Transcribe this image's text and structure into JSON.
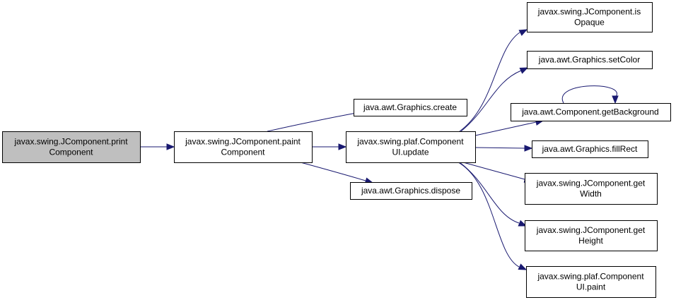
{
  "colors": {
    "node_fill": "#ffffff",
    "root_fill": "#bfbfbf",
    "edge": "#191970"
  },
  "nodes": {
    "print": {
      "lines": [
        "javax.swing.JComponent.print",
        "Component"
      ],
      "root": true
    },
    "paint": {
      "lines": [
        "javax.swing.JComponent.paint",
        "Component"
      ]
    },
    "create": {
      "lines": [
        "java.awt.Graphics.create"
      ]
    },
    "update": {
      "lines": [
        "javax.swing.plaf.Component",
        "UI.update"
      ]
    },
    "dispose": {
      "lines": [
        "java.awt.Graphics.dispose"
      ]
    },
    "isOpaque": {
      "lines": [
        "javax.swing.JComponent.is",
        "Opaque"
      ]
    },
    "setColor": {
      "lines": [
        "java.awt.Graphics.setColor"
      ]
    },
    "getBackground": {
      "lines": [
        "java.awt.Component.getBackground"
      ]
    },
    "fillRect": {
      "lines": [
        "java.awt.Graphics.fillRect"
      ]
    },
    "getWidth": {
      "lines": [
        "javax.swing.JComponent.get",
        "Width"
      ]
    },
    "getHeight": {
      "lines": [
        "javax.swing.JComponent.get",
        "Height"
      ]
    },
    "uiPaint": {
      "lines": [
        "javax.swing.plaf.Component",
        "UI.paint"
      ]
    }
  },
  "edges": [
    {
      "from": "print",
      "to": "paint"
    },
    {
      "from": "paint",
      "to": "create"
    },
    {
      "from": "paint",
      "to": "update"
    },
    {
      "from": "paint",
      "to": "dispose"
    },
    {
      "from": "update",
      "to": "isOpaque"
    },
    {
      "from": "update",
      "to": "setColor"
    },
    {
      "from": "update",
      "to": "getBackground"
    },
    {
      "from": "update",
      "to": "fillRect"
    },
    {
      "from": "update",
      "to": "getWidth"
    },
    {
      "from": "update",
      "to": "getHeight"
    },
    {
      "from": "update",
      "to": "uiPaint"
    },
    {
      "from": "getBackground",
      "to": "getBackground"
    }
  ]
}
